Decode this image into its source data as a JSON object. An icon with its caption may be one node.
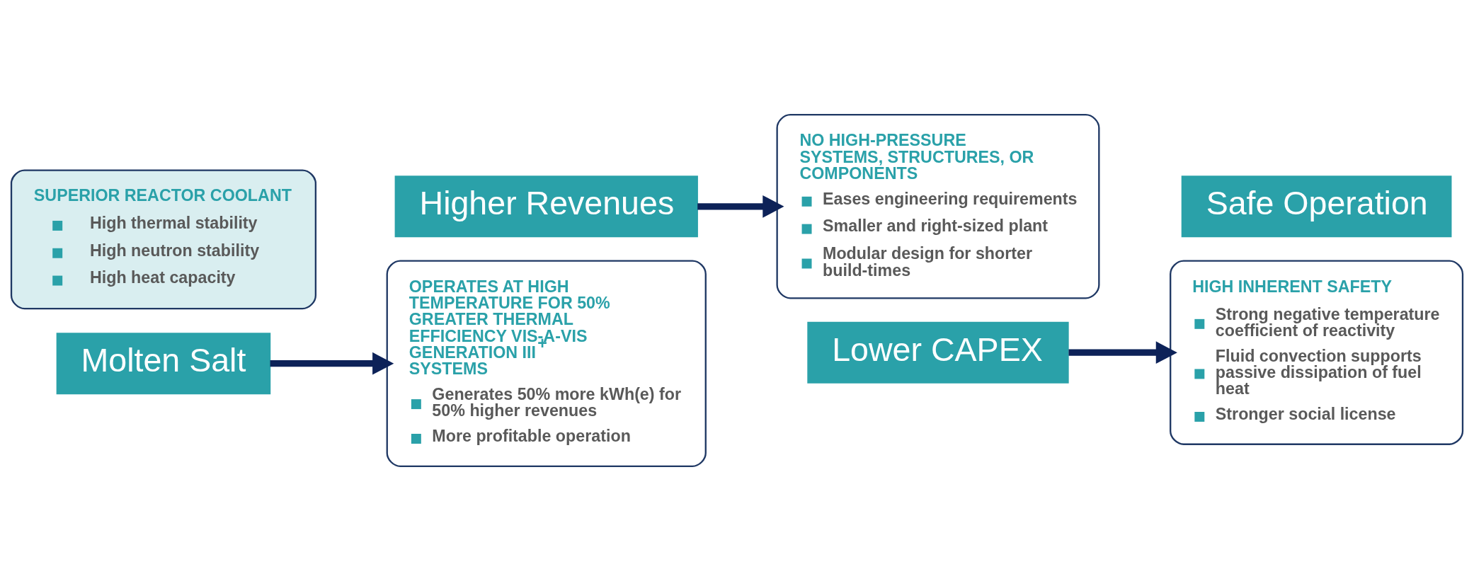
{
  "diagram": {
    "nodes": [
      {
        "text": [
          "SUPERIOR REACTOR COOLANT",
          "High thermal stability",
          "High neutron stability",
          "High heat capacity"
        ]
      },
      {
        "text": [
          "Molten Salt"
        ]
      },
      {
        "text": [
          "Higher Revenues"
        ]
      },
      {
        "text": [
          "OPERATES AT HIGH TEMPERATURE FOR 50% GREATER THERMAL EFFICIENCY VIS-A-VIS GENERATION III$^{+}$ SYSTEMS",
          "Generates 50% more kWh(e) for 50% higher revenues",
          "More profitable operation"
        ]
      },
      {
        "text": [
          "NO HIGH-PRESSURE SYSTEMS, STRUCTURES, OR COMPONENTS",
          "Eases engineering requirements",
          "Smaller and right-sized plant",
          "Modular design for shorter build-times"
        ]
      },
      {
        "text": [
          "Lower CAPEX"
        ]
      },
      {
        "text": [
          "Safe Operation"
        ]
      },
      {
        "text": [
          "HIGH INHERENT SAFETY",
          "Strong negative temperature coefficient of reactivity",
          "Fluid convection supports passive dissipation of fuel heat",
          "Stronger social license"
        ]
      }
    ],
    "edges": [
      {
        "from": 1,
        "to": 3,
        "arrow": "to"
      },
      {
        "from": 2,
        "to": 4,
        "arrow": "to"
      },
      {
        "from": 5,
        "to": 7,
        "arrow": "to"
      }
    ]
  }
}
